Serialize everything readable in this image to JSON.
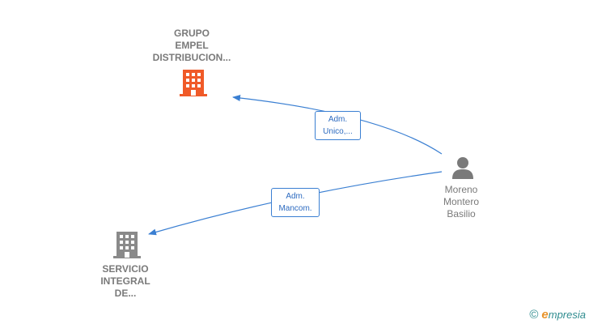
{
  "nodes": {
    "company_top": {
      "label_lines": [
        "GRUPO",
        "EMPEL",
        "DISTRIBUCION..."
      ],
      "icon": "building-icon",
      "color": "#f05a28"
    },
    "company_bottom": {
      "label_lines": [
        "SERVICIO",
        "INTEGRAL",
        "DE..."
      ],
      "icon": "building-icon",
      "color": "#8a8a8a"
    },
    "person": {
      "label_lines": [
        "Moreno",
        "Montero",
        "Basilio"
      ],
      "icon": "person-icon",
      "color": "#8a8a8a"
    }
  },
  "edges": [
    {
      "from": "person",
      "to": "company_top",
      "label_lines": [
        "Adm.",
        "Unico,..."
      ]
    },
    {
      "from": "person",
      "to": "company_bottom",
      "label_lines": [
        "Adm.",
        "Mancom."
      ]
    }
  ],
  "edge_color": "#3a7fd2",
  "footer": {
    "copyright_symbol": "©",
    "brand_first": "e",
    "brand_rest": "mpresia"
  }
}
